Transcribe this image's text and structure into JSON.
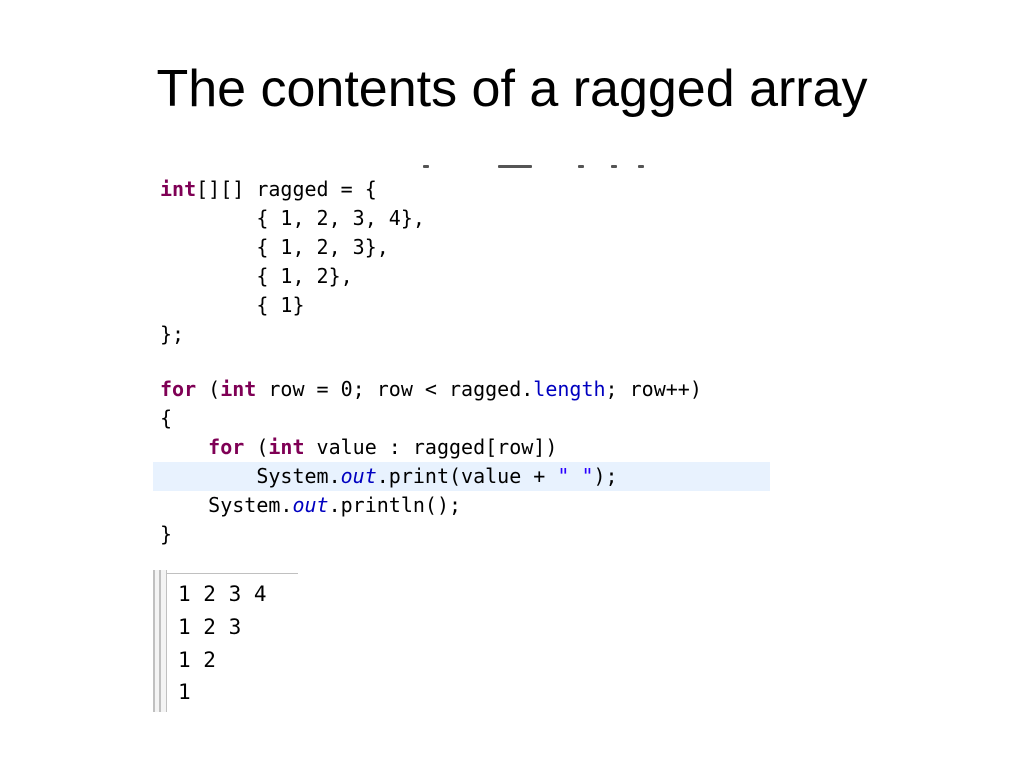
{
  "slide": {
    "title": "The contents of a ragged array"
  },
  "code": {
    "decl_type": "int",
    "decl_rest": "[][] ragged = {",
    "row1": "        { 1, 2, 3, 4},",
    "row2": "        { 1, 2, 3},",
    "row3": "        { 1, 2},",
    "row4": "        { 1}",
    "decl_close": "};",
    "for_kw": "for",
    "for_open": " (",
    "for_int": "int",
    "for_mid": " row = 0; row < ragged.",
    "for_length": "length",
    "for_end": "; row++)",
    "brace_open": "{",
    "inner_indent": "    ",
    "inner_for_kw": "for",
    "inner_open": " (",
    "inner_int": "int",
    "inner_rest": " value : ragged[row])",
    "print_indent": "        System.",
    "print_out": "out",
    "print_mid": ".print(value + ",
    "print_str": "\" \"",
    "print_end": ");",
    "println_indent": "    System.",
    "println_out": "out",
    "println_end": ".println();",
    "brace_close": "}"
  },
  "console": {
    "lines": [
      "1 2 3 4",
      "1 2 3",
      "1 2",
      "1"
    ]
  },
  "colors": {
    "keyword": "#7f0055",
    "field": "#0000c0",
    "string": "#2a00ff",
    "highlight": "#e8f2fe"
  }
}
